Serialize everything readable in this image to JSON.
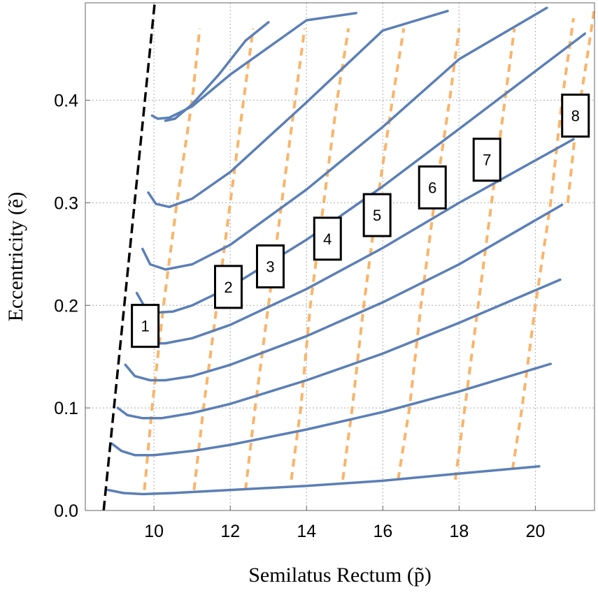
{
  "chart_data": {
    "type": "line",
    "xlabel": "Semilatus Rectum (p̃)",
    "ylabel": "Eccentricity (ẽ)",
    "xlim": [
      8.2,
      21.55
    ],
    "ylim": [
      0,
      0.495
    ],
    "xticks": [
      10,
      12,
      14,
      16,
      18,
      20
    ],
    "xtick_labels": [
      "10",
      "12",
      "14",
      "16",
      "18",
      "20"
    ],
    "yticks": [
      0.0,
      0.1,
      0.2,
      0.3,
      0.4
    ],
    "ytick_labels": [
      "0.0",
      "0.1",
      "0.2",
      "0.3",
      "0.4"
    ],
    "grid": true,
    "colors": {
      "trajectory": "#5b7fb6",
      "level": "#f9b46a",
      "separatrix": "#000000"
    },
    "separatrix": {
      "style": "dashed",
      "x": [
        8.68,
        10.02
      ],
      "y": [
        0.0,
        0.495
      ]
    },
    "trajectories": [
      {
        "x": [
          8.8,
          9.2,
          9.7,
          10.5,
          12,
          14,
          16,
          18,
          20.1
        ],
        "y": [
          0.02,
          0.017,
          0.016,
          0.017,
          0.02,
          0.024,
          0.029,
          0.036,
          0.043
        ]
      },
      {
        "x": [
          8.9,
          9.15,
          9.5,
          10,
          11,
          12,
          14,
          16,
          18,
          20.4
        ],
        "y": [
          0.065,
          0.058,
          0.054,
          0.054,
          0.058,
          0.064,
          0.079,
          0.096,
          0.116,
          0.143
        ]
      },
      {
        "x": [
          9.05,
          9.3,
          9.7,
          10.2,
          11,
          12,
          14,
          16,
          18,
          20.65
        ],
        "y": [
          0.1,
          0.093,
          0.09,
          0.09,
          0.095,
          0.104,
          0.127,
          0.153,
          0.183,
          0.225
        ]
      },
      {
        "x": [
          9.25,
          9.5,
          9.9,
          10.3,
          11,
          12,
          14,
          16,
          18,
          20.7
        ],
        "y": [
          0.142,
          0.131,
          0.127,
          0.127,
          0.131,
          0.142,
          0.17,
          0.203,
          0.24,
          0.298
        ]
      },
      {
        "x": [
          9.45,
          9.65,
          10,
          10.3,
          11,
          12,
          14,
          16,
          18,
          21.0
        ],
        "y": [
          0.185,
          0.17,
          0.163,
          0.163,
          0.168,
          0.181,
          0.216,
          0.256,
          0.3,
          0.362
        ]
      },
      {
        "x": [
          9.55,
          9.75,
          10.1,
          10.5,
          11,
          12,
          14,
          16,
          18,
          21.3
        ],
        "y": [
          0.212,
          0.199,
          0.193,
          0.194,
          0.2,
          0.218,
          0.264,
          0.316,
          0.372,
          0.465
        ]
      },
      {
        "x": [
          9.7,
          9.9,
          10.3,
          11,
          12,
          14,
          16,
          18,
          20.3
        ],
        "y": [
          0.255,
          0.24,
          0.235,
          0.24,
          0.259,
          0.313,
          0.374,
          0.44,
          0.49
        ]
      },
      {
        "x": [
          9.85,
          10.05,
          10.4,
          11,
          12,
          14,
          16,
          17.7
        ],
        "y": [
          0.31,
          0.299,
          0.296,
          0.304,
          0.33,
          0.398,
          0.468,
          0.487
        ]
      },
      {
        "x": [
          9.95,
          10.1,
          10.4,
          11,
          12,
          14,
          15.3
        ],
        "y": [
          0.385,
          0.382,
          0.383,
          0.394,
          0.425,
          0.478,
          0.485
        ]
      },
      {
        "x": [
          10.3,
          10.55,
          11,
          11.7,
          12.4,
          13.0
        ],
        "y": [
          0.38,
          0.382,
          0.396,
          0.425,
          0.458,
          0.476
        ]
      }
    ],
    "level_curves": [
      {
        "x": [
          9.75,
          9.95,
          10.25,
          10.6,
          11.0,
          11.2
        ],
        "y": [
          0.02,
          0.1,
          0.2,
          0.3,
          0.4,
          0.47
        ]
      },
      {
        "x": [
          11.05,
          11.3,
          11.65,
          12.0,
          12.35,
          12.6
        ],
        "y": [
          0.02,
          0.1,
          0.2,
          0.3,
          0.4,
          0.47
        ]
      },
      {
        "x": [
          12.4,
          12.65,
          13.0,
          13.35,
          13.7,
          13.95
        ],
        "y": [
          0.02,
          0.1,
          0.2,
          0.3,
          0.4,
          0.47
        ]
      },
      {
        "x": [
          13.6,
          13.85,
          14.1,
          14.45,
          14.8,
          15.1
        ],
        "y": [
          0.03,
          0.1,
          0.2,
          0.3,
          0.4,
          0.47
        ]
      },
      {
        "x": [
          14.95,
          15.2,
          15.5,
          15.85,
          16.25,
          16.55
        ],
        "y": [
          0.03,
          0.1,
          0.2,
          0.3,
          0.4,
          0.47
        ]
      },
      {
        "x": [
          16.4,
          16.7,
          17.0,
          17.35,
          17.75,
          18.0
        ],
        "y": [
          0.03,
          0.1,
          0.2,
          0.3,
          0.4,
          0.47
        ]
      },
      {
        "x": [
          17.9,
          18.15,
          18.5,
          18.85,
          19.2,
          19.45
        ],
        "y": [
          0.03,
          0.1,
          0.2,
          0.3,
          0.4,
          0.47
        ]
      },
      {
        "x": [
          19.4,
          19.65,
          20.0,
          20.4,
          20.7,
          21.0
        ],
        "y": [
          0.04,
          0.1,
          0.2,
          0.3,
          0.4,
          0.48
        ]
      },
      {
        "x": [
          20.85,
          21.05,
          21.35,
          21.55
        ],
        "y": [
          0.3,
          0.37,
          0.44,
          0.49
        ]
      }
    ],
    "annotations": [
      {
        "text": "1",
        "x": 9.77,
        "y": 0.18
      },
      {
        "text": "2",
        "x": 11.95,
        "y": 0.218
      },
      {
        "text": "3",
        "x": 13.05,
        "y": 0.238
      },
      {
        "text": "4",
        "x": 14.55,
        "y": 0.265
      },
      {
        "text": "5",
        "x": 15.85,
        "y": 0.288
      },
      {
        "text": "6",
        "x": 17.3,
        "y": 0.315
      },
      {
        "text": "7",
        "x": 18.73,
        "y": 0.342
      },
      {
        "text": "8",
        "x": 21.05,
        "y": 0.385
      }
    ]
  }
}
